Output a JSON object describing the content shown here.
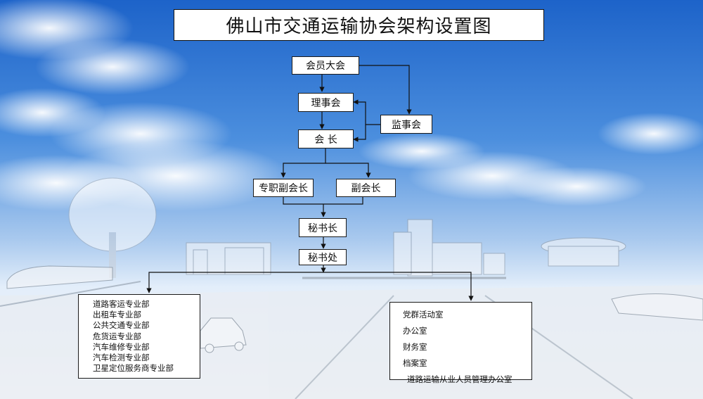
{
  "title": "佛山市交通运输协会架构设置图",
  "nodes": {
    "general_assembly": "会员大会",
    "council": "理事会",
    "supervisory_board": "监事会",
    "president": "会 长",
    "full_time_vp": "专职副会长",
    "vice_president": "副会长",
    "secretary_general": "秘书长",
    "secretariat": "秘书处"
  },
  "departments": [
    "道路客运专业部",
    "出租车专业部",
    "公共交通专业部",
    "危货运专业部",
    "汽车维修专业部",
    "汽车检测专业部",
    "卫星定位服务商专业部"
  ],
  "offices": [
    "党群活动室",
    "办公室",
    "财务室",
    "档案室",
    "道路运输从业人员管理办公室"
  ],
  "colors": {
    "sky_top": "#1d63c9",
    "sky_mid": "#5d9be2",
    "horizon": "#dbe9f7",
    "ground": "#eef2f6"
  }
}
